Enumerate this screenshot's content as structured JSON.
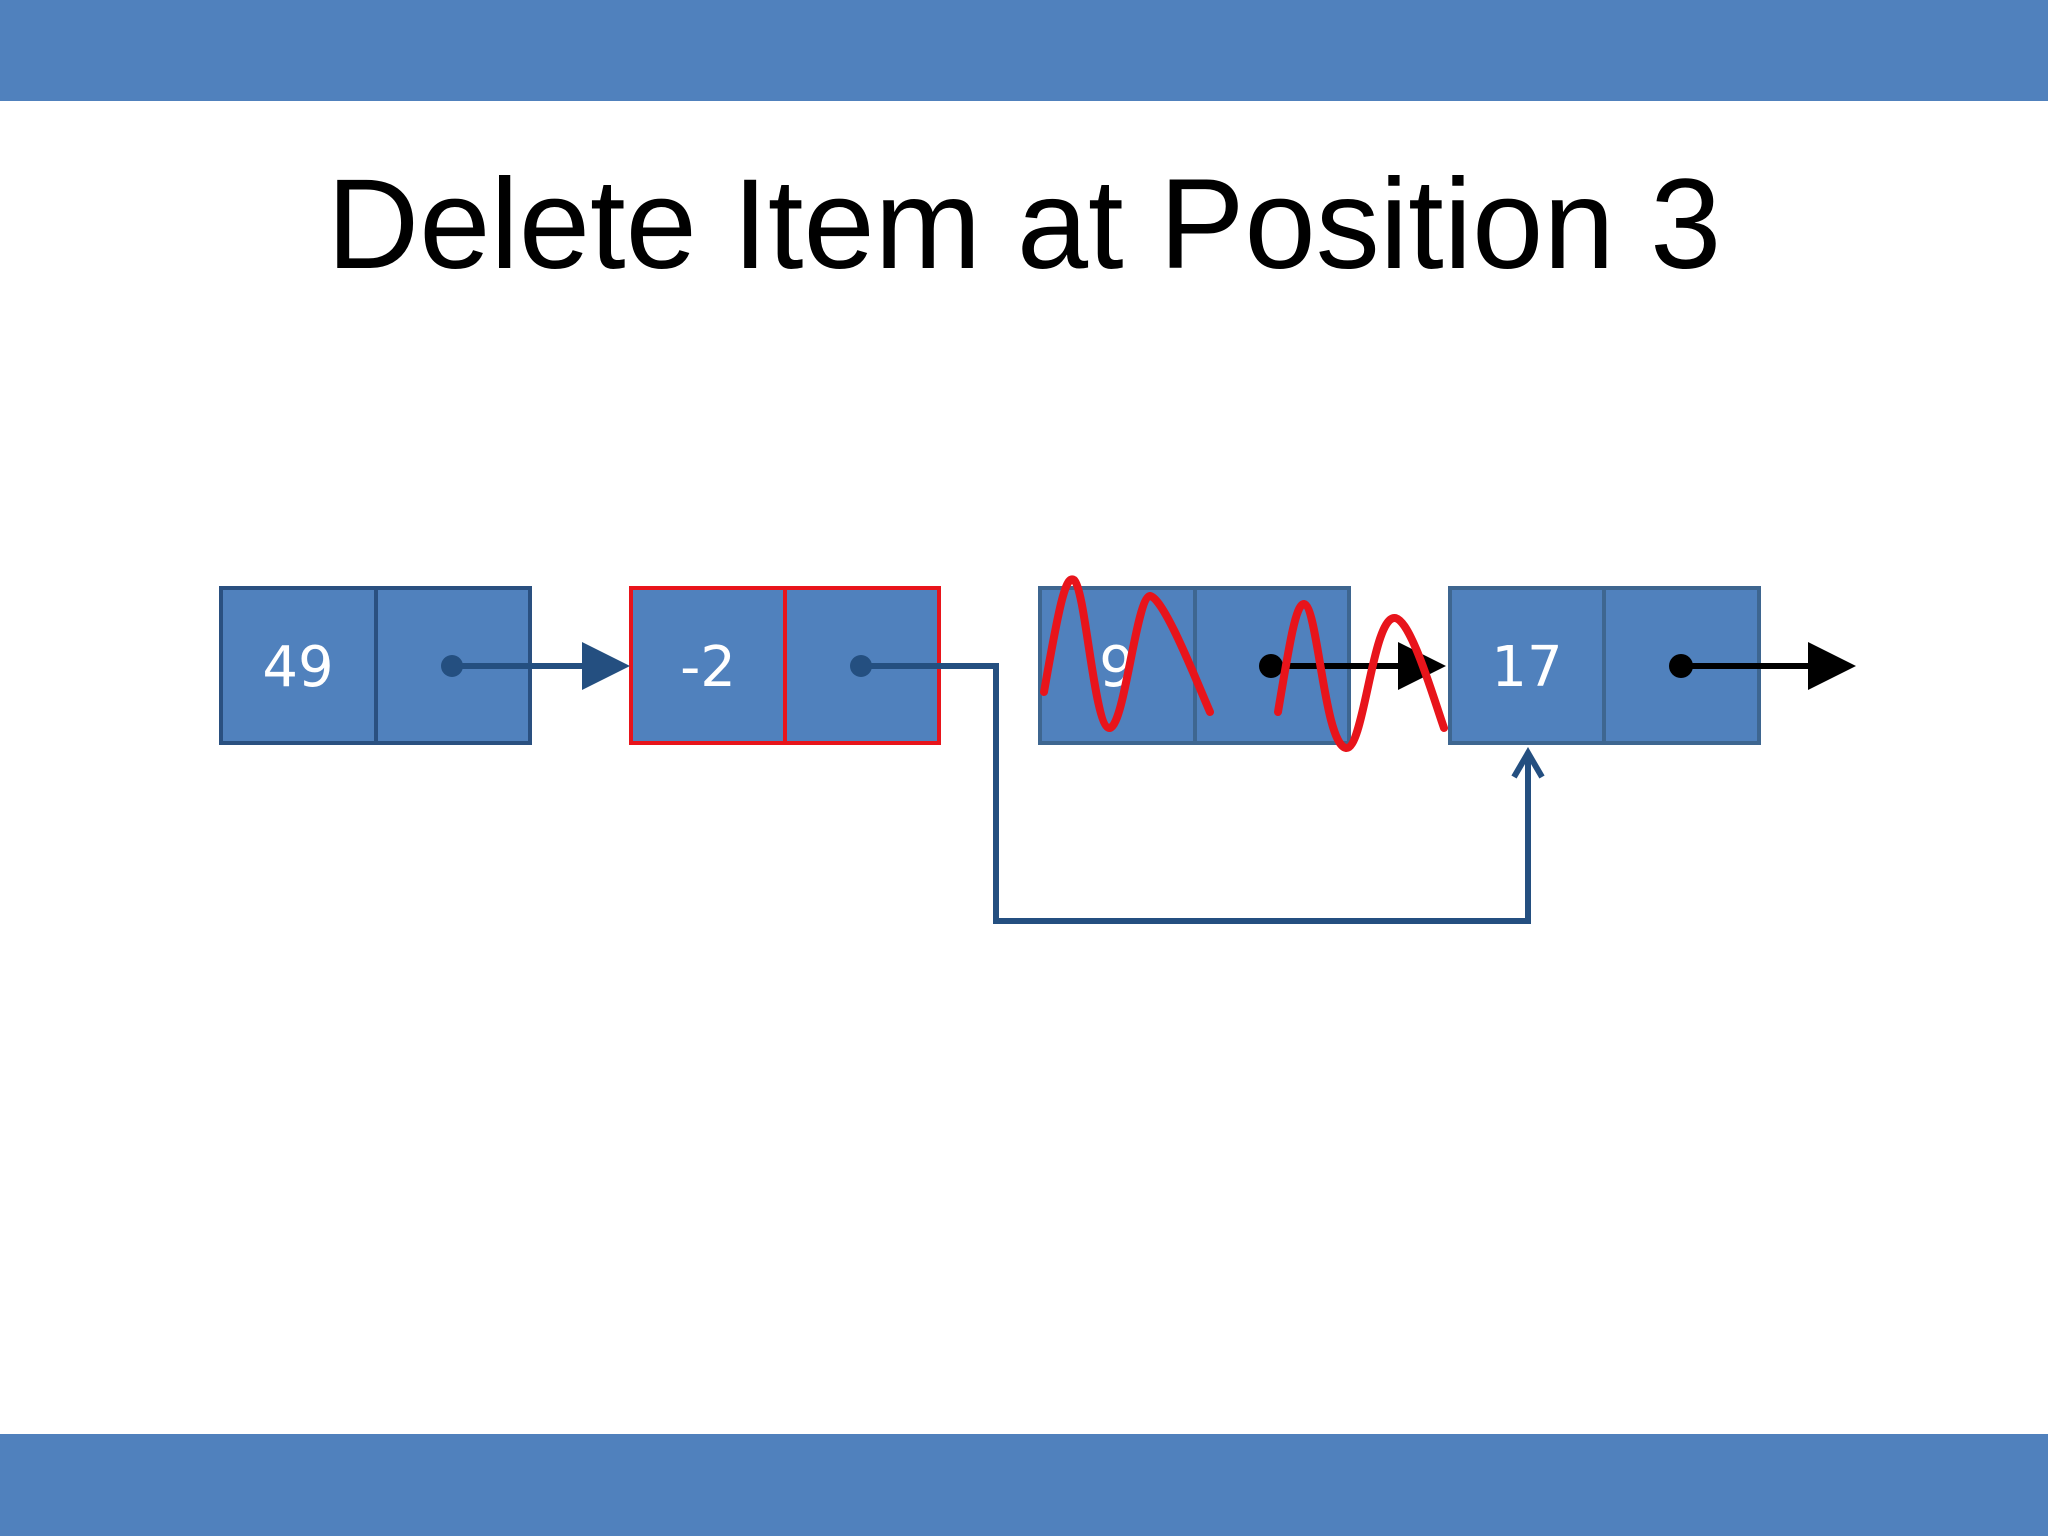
{
  "slide": {
    "title": "Delete Item at Position 3"
  },
  "list": {
    "nodes": [
      {
        "id": "n1",
        "value": "49",
        "state": "normal"
      },
      {
        "id": "n2",
        "value": "-2",
        "state": "highlighted"
      },
      {
        "id": "n3",
        "value": "9",
        "state": "deleted"
      },
      {
        "id": "n4",
        "value": "17",
        "state": "normal"
      }
    ],
    "links": [
      {
        "from": "n1",
        "to": "n2",
        "style": "normal"
      },
      {
        "from": "n2",
        "to": "n4",
        "style": "rerouted"
      },
      {
        "from": "n3",
        "to": "n4",
        "style": "deleted"
      },
      {
        "from": "n4",
        "to": "next",
        "style": "normal"
      }
    ]
  },
  "colors": {
    "band": "#5081bd",
    "node_fill": "#5081bd",
    "node_border": "#2a5080",
    "highlight_border": "#e8141b",
    "link": "#244f80",
    "strike": "#e8141b",
    "deleted_pointer": "#000000"
  }
}
